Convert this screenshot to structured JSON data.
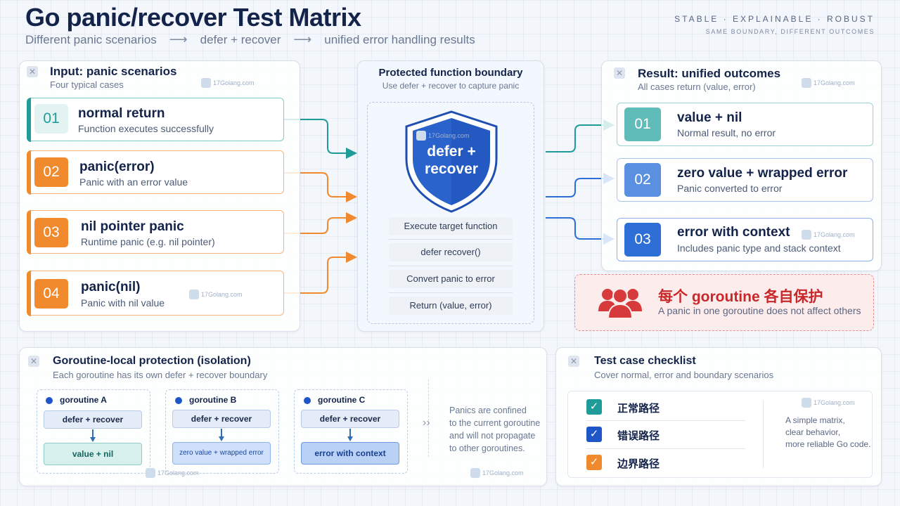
{
  "header": {
    "title": "Go panic/recover Test Matrix",
    "flow": [
      "Different panic scenarios",
      "defer + recover",
      "unified error handling results"
    ],
    "arrow": "⟶",
    "tagline": "STABLE  ·  EXPLAINABLE  ·  ROBUST",
    "tagline_sub": "SAME BOUNDARY, DIFFERENT OUTCOMES"
  },
  "watermark": "17Golang.com",
  "input_panel": {
    "title": "Input: panic scenarios",
    "subtitle": "Four typical cases",
    "cards": [
      {
        "num": "01",
        "title": "normal return",
        "desc": "Function executes successfully",
        "color": "#1f9c9a"
      },
      {
        "num": "02",
        "title": "panic(error)",
        "desc": "Panic with an error value",
        "color": "#f08a2c"
      },
      {
        "num": "03",
        "title": "nil pointer panic",
        "desc": "Runtime panic (e.g. nil pointer)",
        "color": "#f08a2c"
      },
      {
        "num": "04",
        "title": "panic(nil)",
        "desc": "Panic with nil value",
        "color": "#f08a2c"
      }
    ]
  },
  "boundary_panel": {
    "title": "Protected function boundary",
    "subtitle": "Use defer + recover to capture panic",
    "shield_line1": "defer +",
    "shield_line2": "recover",
    "steps": [
      "Execute target function",
      "defer recover()",
      "Convert panic to error",
      "Return (value, error)"
    ]
  },
  "result_panel": {
    "title": "Result: unified outcomes",
    "subtitle": "All cases return (value, error)",
    "cards": [
      {
        "num": "01",
        "title": "value + nil",
        "desc": "Normal result, no error",
        "color": "#5fbcb8"
      },
      {
        "num": "02",
        "title": "zero value + wrapped error",
        "desc": "Panic converted to error",
        "color": "#5b8fe0"
      },
      {
        "num": "03",
        "title": "error with context",
        "desc": "Includes panic type and stack context",
        "color": "#2d6fd6"
      }
    ]
  },
  "isolation_note": {
    "title": "每个 goroutine 各自保护",
    "desc": "A panic in one goroutine does not affect others",
    "color": "#d63a3a"
  },
  "goroutine_panel": {
    "title": "Goroutine-local protection (isolation)",
    "subtitle": "Each goroutine has its own defer + recover boundary",
    "goroutines": [
      {
        "name": "goroutine A",
        "guard": "defer + recover",
        "outcome": "value + nil"
      },
      {
        "name": "goroutine B",
        "guard": "defer + recover",
        "outcome": "zero value + wrapped error"
      },
      {
        "name": "goroutine C",
        "guard": "defer + recover",
        "outcome": "error with context"
      }
    ],
    "note_marker": "››",
    "note": [
      "Panics are confined",
      "to the current goroutine",
      "and will not propagate",
      "to other goroutines."
    ]
  },
  "checklist_panel": {
    "title": "Test case checklist",
    "subtitle": "Cover normal, error and boundary scenarios",
    "items": [
      {
        "label": "正常路径",
        "color": "#1f9c9a"
      },
      {
        "label": "错误路径",
        "color": "#1e56c8"
      },
      {
        "label": "边界路径",
        "color": "#f08a2c"
      }
    ],
    "summary": [
      "A simple matrix,",
      "clear behavior,",
      "more reliable Go code."
    ]
  }
}
